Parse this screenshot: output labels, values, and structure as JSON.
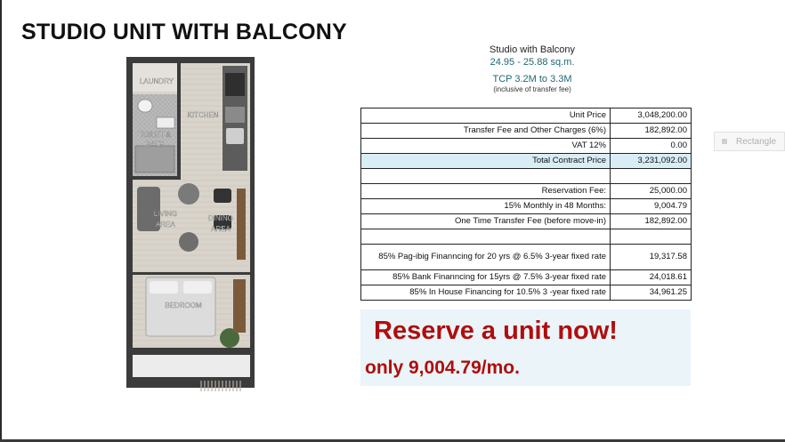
{
  "slide": {
    "title": "STUDIO UNIT WITH BALCONY"
  },
  "floorplan": {
    "labels": {
      "laundry": "LAUNDRY",
      "kitchen": "KITCHEN",
      "toilet_line1": "TOILET &",
      "toilet_line2": "BATH",
      "living_line1": "LIVING",
      "living_line2": "AREA",
      "dining_line1": "DINING",
      "dining_line2": "AREA",
      "bedroom": "BEDROOM"
    }
  },
  "info": {
    "heading": "Studio with Balcony",
    "area": "24.95 - 25.88 sq.m.",
    "tcp": "TCP 3.2M to 3.3M",
    "note": "(inclusive of transfer fee)"
  },
  "price_table": {
    "rows": [
      {
        "label": "Unit Price",
        "value": "3,048,200.00"
      },
      {
        "label": "Transfer Fee and Other Charges (6%)",
        "value": "182,892.00"
      },
      {
        "label": "VAT 12%",
        "value": "0.00"
      },
      {
        "label": "Total Contract Price",
        "value": "3,231,092.00"
      },
      {
        "label": "",
        "value": ""
      },
      {
        "label": "Reservation Fee:",
        "value": "25,000.00"
      },
      {
        "label": "15% Monthly in 48 Months:",
        "value": "9,004.79"
      },
      {
        "label": "One Time Transfer Fee (before move-in)",
        "value": "182,892.00"
      },
      {
        "label": "",
        "value": ""
      },
      {
        "label": "85% Pag-ibig Finanncing for 20 yrs @ 6.5% 3-year fixed rate",
        "value": "19,317.58"
      },
      {
        "label": "85% Bank Finanncing for 15yrs @ 7.5% 3-year fixed rate",
        "value": "24,018.61"
      },
      {
        "label": "85% In House Financing for 10.5% 3 -year fixed rate",
        "value": "34,961.25"
      }
    ]
  },
  "side_panel": {
    "item_label": "Rectangle"
  },
  "promo": {
    "headline": "Reserve a unit now!",
    "subline": "only 9,004.79/mo."
  },
  "colors": {
    "accent_teal": "#1d6a73",
    "promo_red": "#b00d0d",
    "promo_bg": "#eaf4f9",
    "highlight_row": "#d9edf5"
  }
}
